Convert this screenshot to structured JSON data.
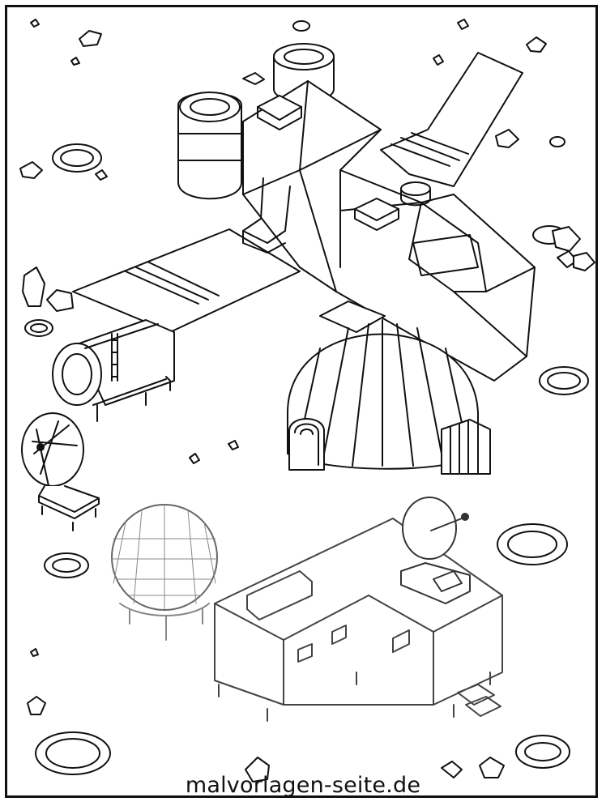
{
  "page": {
    "site": "malvorlagen-seite.de",
    "ink_color": "#111111",
    "paper_color": "#ffffff"
  },
  "illustration": {
    "spaceship": "spaceship",
    "dome": "dome-habitat",
    "tank": "fuel-tank",
    "radar_dish_left": "satellite-dish",
    "radar_dish_right": "satellite-dish",
    "geodesic_sphere": "geodesic-sphere",
    "base_module": "base-module",
    "craters": "crater",
    "rocks": "rock"
  }
}
